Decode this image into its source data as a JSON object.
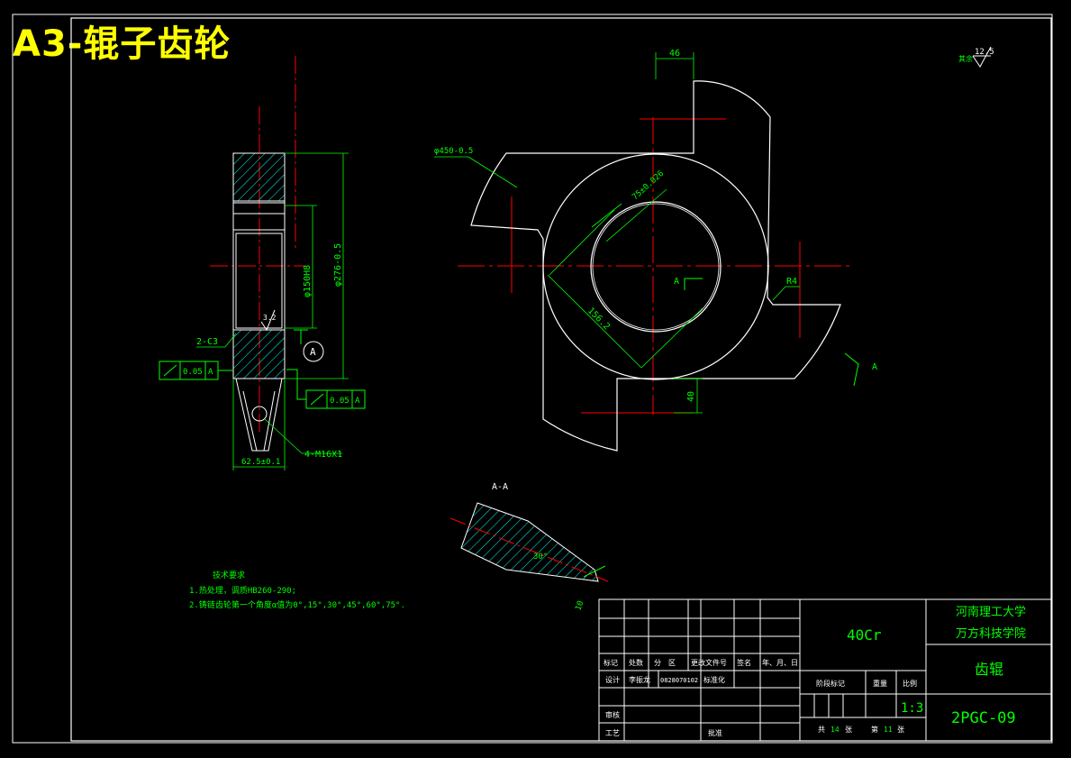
{
  "banner_title": "A3-辊子齿轮",
  "colors": {
    "outline": "#ffffff",
    "centerline": "#ff0000",
    "dimension": "#00ff00",
    "hatch": "#00ffff",
    "banner": "#ffff00",
    "titleblock_text": "#00ff00"
  },
  "surface_note": {
    "label": "其余",
    "value": "12.5"
  },
  "front_view": {
    "dim_top": "46",
    "dim_od": "φ450-0.5",
    "dim_hub": "75±0.026",
    "dim_radius": "R4",
    "dim_depth": "156.2",
    "dim_bottom": "40",
    "section_mark": "A"
  },
  "side_view": {
    "dim_bore": "φ150H8",
    "dim_od": "φ276-0.5",
    "roughness": "3.2",
    "chamfer": "2-C3",
    "datum": "A",
    "tol_left": {
      "value": "0.05",
      "datum": "A"
    },
    "tol_right": {
      "value": "0.05",
      "datum": "A"
    },
    "thread": "4-M16X1",
    "width": "62.5±0.1"
  },
  "section_view": {
    "label": "A-A",
    "angle": "30°",
    "tip": "10"
  },
  "tech_req": {
    "title": "技术要求",
    "items": [
      "1.热处理，调质HB260-290;",
      "2.铸链齿轮第一个角度α值为0°,15°,30°,45°,60°,75°."
    ]
  },
  "title_block": {
    "material": "40Cr",
    "school_line1": "河南理工大学",
    "school_line2": "万方科技学院",
    "part_name": "齿辊",
    "drawing_no": "2PGC-09",
    "scale": "1:3",
    "h_mark": "标记",
    "h_count": "处数",
    "h_zone": "分　区",
    "h_doc": "更改文件号",
    "h_sign": "签名",
    "h_date": "年、月、日",
    "design_label": "设计",
    "designer": "李振龙",
    "student_no": "0828070102",
    "std_label": "标准化",
    "review_label": "审核",
    "process_label": "工艺",
    "approve_label": "批准",
    "stage_label": "阶段标记",
    "weight_label": "重量",
    "scale_label": "比例",
    "total_label": "共",
    "total_sheets": "14",
    "sheet_unit": "张",
    "sheet_label": "第",
    "sheet_no": "11"
  }
}
